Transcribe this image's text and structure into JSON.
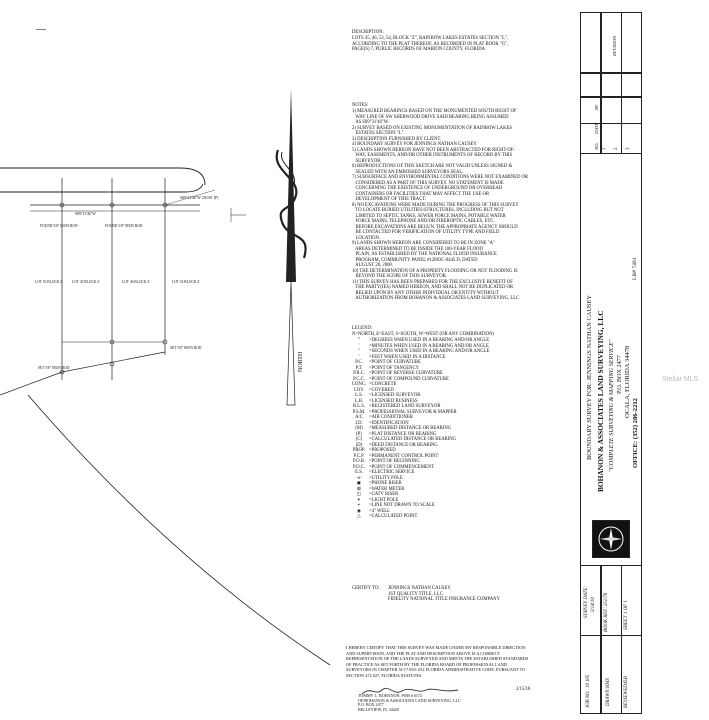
{
  "top_marker": "—",
  "description": {
    "title": "DESCRIPTION:",
    "lines": [
      "LOTS 45, 46, 53, 54, BLOCK \"Z\", RAINBOW LAKES ESTATES SECTION \"L\",",
      "ACCORDING TO THE PLAT THEREOF, AS RECORDED IN PLAT BOOK \"G\",",
      "PAGE(S) 7, PUBLIC RECORDS OF MARION COUNTY, FLORIDA"
    ]
  },
  "notes": {
    "title": "NOTES:",
    "lines": [
      "1) MEASURED BEARINGS BASED ON THE MONUMENTED SOUTH RIGHT OF",
      "   WAY LINE OF SW SHERWOOD DRIVE SAID BEARING BEING ASSUMED",
      "   AS S89°31'46\"W.",
      "2) SURVEY BASED ON EXISTING MONUMENTATION OF RAINBOW LAKES",
      "   ESTATES SECTION \"L\".",
      "3) DESCRIPTION FURNISHED BY CLIENT.",
      "4) BOUNDARY SURVEY FOR JENNINGS NATHAN CAUSEY",
      "5) LANDS SHOWN HEREON HAVE NOT BEEN ABSTRACTED FOR RIGHT-OF-",
      "   WAY, EASEMENTS, AND/OR OTHER INSTRUMENTS OF RECORD BY THIS",
      "   SURVEYOR.",
      "6) REPRODUCTIONS OF THIS SKETCH ARE NOT VALID UNLESS SIGNED &",
      "   SEALED WITH AN EMBOSSED SURVEYORS SEAL.",
      "7) SUBSURFACE AND ENVIRONMENTAL CONDITIONS WERE NOT EXAMINED OR",
      "   CONSIDERED AS A PART OF THIS SURVEY. NO STATEMENT IS MADE",
      "   CONCERNING THE EXISTENCE OF UNDERGROUND OR OVERHEAD",
      "   CONTAINERS OR FACILITIES THAT MAY AFFECT THE USE OR",
      "   DEVELOPMENT OF THIS TRACT.",
      "8) NO EXCAVATIONS WERE MADE DURING THE PROGRESS OF THIS SURVEY",
      "   TO LOCATE BURIED UTILITIES/STRUCTURES, INCLUDING BUT NOT",
      "   LIMITED TO SEPTIC TANKS, SEWER FORCE MAINS, POTABLE WATER",
      "   FORCE MAINS, TELEPHONE AND/OR FIBEROPTIC CABLES, ETC.",
      "   BEFORE EXCAVATIONS ARE BEGUN, THE APPROPRIATE AGENCY SHOULD",
      "   BE CONTACTED FOR VERIFICATION OF UTILITY TYPE AND FIELD",
      "   LOCATION.",
      "9) LANDS SHOWN HEREON ARE CONSIDERED TO BE IN ZONE \"A\"",
      "   AREAS DETERMINED TO BE INSIDE THE 100-YEAR FLOOD",
      "   PLAIN, AS ESTABLISHED BY THE NATIONAL FLOOD INSURANCE",
      "   PROGRAM, COMMUNITY PANEL #12083C-0445 D, DATED",
      "   AUGUST 28, 2008.",
      "10) THE DETERMINATION OF A PROPERTY FLOODING OR NOT FLOODING IS",
      "   BEYOND THE SCOPE OF THIS SURVEYOR.",
      "11) THIS SURVEY HAS BEEN PREPARED FOR THE EXCLUSIVE BENEFIT OF",
      "   THE PARTY(IES) NAMED HEREON, AND SHALL NOT BE DUPLICATED OR",
      "   RELIED UPON BY ANY OTHER INDIVIDUAL OR ENTITY WITHOUT",
      "   AUTHORIZATION FROM BOHANON & ASSOCIATES LAND SURVEYING, LLC"
    ]
  },
  "legend": {
    "title": "LEGEND:",
    "direction_line": "N=NORTH, E=EAST, S=SOUTH, W=WEST (OR ANY COMBINATION)",
    "items": [
      {
        "symbol": "°",
        "text": "=DEGREES WHEN USED IN A BEARING AND/OR ANGLE"
      },
      {
        "symbol": "'",
        "text": "=MINUTES WHEN USED IN A BEARING AND/OR ANGLE"
      },
      {
        "symbol": "\"",
        "text": "=SECONDS WHEN USED IN A BEARING AND/OR ANGLE"
      },
      {
        "symbol": "'",
        "text": "=FEET WHEN USED IN A DISTANCE"
      },
      {
        "symbol": "P.C.",
        "text": "=POINT OF CURVATURE"
      },
      {
        "symbol": "P.T.",
        "text": "=POINT OF TANGENCY"
      },
      {
        "symbol": "P.R.C.",
        "text": "=POINT OF REVERSE CURVATURE"
      },
      {
        "symbol": "P.C.C.",
        "text": "=POINT OF COMPOUND CURVATURE"
      },
      {
        "symbol": "CONC.",
        "text": "=CONCRETE"
      },
      {
        "symbol": "COV.",
        "text": "=COVERED"
      },
      {
        "symbol": "L.S.",
        "text": "=LICENSED SURVEYOR"
      },
      {
        "symbol": "L.B.",
        "text": "=LICENSED BUSINESS"
      },
      {
        "symbol": "R.L.S.",
        "text": "=REGISTERED LAND SURVEYOR"
      },
      {
        "symbol": "P.S.M.",
        "text": "=PROFESSIONAL SURVEYOR & MAPPER"
      },
      {
        "symbol": "A/C",
        "text": "=AIR CONDITIONER"
      },
      {
        "symbol": "I.D.",
        "text": "=IDENTIFICATION"
      },
      {
        "symbol": "(M)",
        "text": "=MEASURED DISTANCE OR BEARING"
      },
      {
        "symbol": "(P)",
        "text": "=PLAT DISTANCE OR BEARING"
      },
      {
        "symbol": "(C)",
        "text": "=CALCULATED DISTANCE OR BEARING"
      },
      {
        "symbol": "(D)",
        "text": "=DEED DISTANCE OR BEARING"
      },
      {
        "symbol": "PROP.",
        "text": "=PROPOSED"
      },
      {
        "symbol": "P.C.P.",
        "text": "=PERMANENT CONTROL POINT"
      },
      {
        "symbol": "P.O.B.",
        "text": "=POINT OF BEGINNING"
      },
      {
        "symbol": "P.O.C.",
        "text": "=POINT OF COMMENCEMENT"
      },
      {
        "symbol": "E.S.",
        "text": "=ELECTRIC SERVICE"
      },
      {
        "symbol": "-o-",
        "text": "=UTILITY POLE"
      },
      {
        "symbol": "▣",
        "text": "=PHONE RISER"
      },
      {
        "symbol": "⊠",
        "text": "=WATER METER"
      },
      {
        "symbol": "◫",
        "text": "=CATV RISER"
      },
      {
        "symbol": "✶",
        "text": "=LIGHT POLE"
      },
      {
        "symbol": "≁",
        "text": "=LINE NOT DRAWN TO SCALE"
      },
      {
        "symbol": "◉",
        "text": "=4\" WELL"
      },
      {
        "symbol": "△",
        "text": "=CALCULATED POINT"
      }
    ]
  },
  "certify": {
    "label": "CERTIFY TO:",
    "lines": [
      "JENNINGS NATHAN CAUSEY",
      "1ST QUALITY TITLE, LLC",
      "FIDELITY NATIONAL TITLE INSURANCE COMPANY"
    ]
  },
  "certification": {
    "lines": [
      "I HEREBY CERTIFY THAT THIS SURVEY WAS MADE UNDER MY RESPONSIBLE DIRECTION",
      "AND SUPERVISION, AND THE PLAT AND DESCRIPTION ABOVE IS A CORRECT",
      "REPRESENTATION OF THE LANDS SURVEYED AND MEETS THE ESTABLISHED STANDARDS",
      "OF PRACTICE AS SET FORTH BY THE FLORIDA BOARD OF PROFESSIONAL LAND",
      "SURVEYORS IN CHAPTER 5J-17.050-.052 FLORIDA ADMINISTRATIVE CODE, PURSUANT TO",
      "SECTION 472.027, FLORIDA STATUTES."
    ],
    "date": "2/15/18",
    "signer_lines": [
      "TOMMY L. BOHANON, PSM # 6172",
      "OF/BOHANON & ASSOCIATES LAND SURVEYING, LLC",
      "P.O. BOX 2477",
      "BELLEVIEW, FL 34420"
    ]
  },
  "title_block": {
    "survey_title": "BOUNDARY SURVEY FOR: JENNINGS NATHAN CAUSEY",
    "company": "BOHANON & ASSOCIATES LAND SURVEYING, LLC",
    "tagline": "\"COMPLETE SURVEYING & MAPPING SERVICE\"",
    "po_box": "P.O. BOX 2477",
    "city": "OCALA, FLORIDA 34478",
    "office": "OFFICE: (352) 286-2212",
    "lb": "LB# 7491",
    "revision_header": {
      "no": "NO.",
      "date": "DATE",
      "by": "BY",
      "revision": "REVISION"
    },
    "revision_rows": [
      "1",
      "2",
      "3"
    ],
    "survey_date_label": "SURVEY DATE:",
    "survey_date": "2/14/18",
    "job_no_label": "JOB NO.",
    "job_no": "18 105",
    "book_ref_label": "BOOK REF.:",
    "book_ref": "251/78",
    "drawn_label": "DRAWN:",
    "drawn": "HMS",
    "sheet_label": "SHEET",
    "sheet": "1 OF 1",
    "reviewed_label": "REVIEWED:",
    "reviewed": "JLB"
  },
  "north_label": "NORTH",
  "drawing_labels": [
    "S89°31'46\"W 250.00' (P)",
    "S89°31'46\"W",
    "FOUND 5/8\" IRON ROD",
    "FOUND 5/8\" IRON ROD",
    "LOT 45 BLOCK Z",
    "LOT 46 BLOCK Z",
    "LOT 53 BLOCK Z",
    "LOT 54 BLOCK Z",
    "SET 5/8\" IRON ROD",
    "SET 5/8\" IRON ROD"
  ],
  "watermark": "Stellar MLS"
}
